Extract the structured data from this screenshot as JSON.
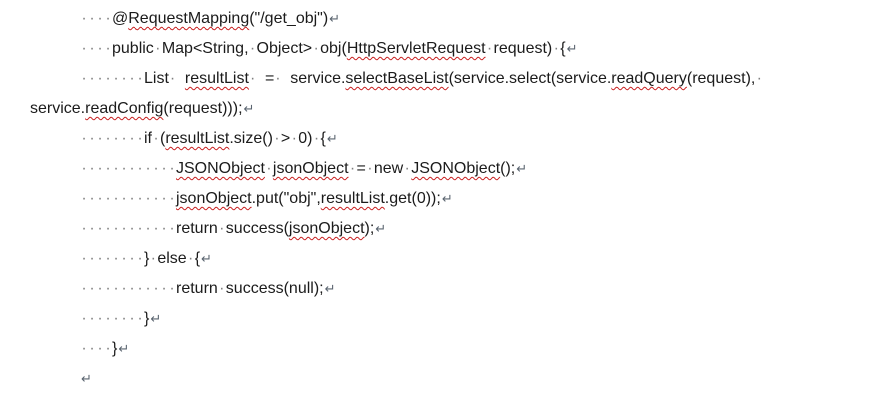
{
  "document": {
    "background": "#ffffff",
    "marks": {
      "space": "·",
      "line_break": "↵"
    },
    "colors": {
      "text": "#1b1b1b",
      "space_mark": "#7f7f7f",
      "line_break_mark": "#5b6570",
      "spellcheck_underline": "#c81e1e"
    },
    "misspelled_words": [
      "RequestMapping",
      "HttpServletRequest",
      "resultList",
      "selectBaseList",
      "readQuery",
      "readConfig",
      "JSONObject",
      "jsonObject"
    ],
    "lines": [
      {
        "indent": 4,
        "eol": true,
        "segments": [
          [
            "c",
            "@"
          ],
          [
            "m",
            "RequestMapping"
          ],
          [
            "c",
            "(\"/get_obj\")"
          ]
        ]
      },
      {
        "indent": 4,
        "eol": true,
        "segments": [
          [
            "c",
            "public"
          ],
          [
            "s"
          ],
          [
            "c",
            "Map<String,"
          ],
          [
            "s"
          ],
          [
            "c",
            "Object>"
          ],
          [
            "s"
          ],
          [
            "c",
            "obj("
          ],
          [
            "m",
            "HttpServletRequest"
          ],
          [
            "s"
          ],
          [
            "c",
            "request)"
          ],
          [
            "s"
          ],
          [
            "c",
            "{"
          ]
        ]
      },
      {
        "indent": 8,
        "eol": false,
        "segments": [
          [
            "c",
            "List"
          ],
          [
            "S"
          ],
          [
            "m",
            "resultList"
          ],
          [
            "S"
          ],
          [
            "c",
            "="
          ],
          [
            "S"
          ],
          [
            "c",
            "service."
          ],
          [
            "m",
            "selectBaseList"
          ],
          [
            "c",
            "(service.select(service."
          ],
          [
            "m",
            "readQuery"
          ],
          [
            "c",
            "(request),"
          ],
          [
            "s"
          ]
        ]
      },
      {
        "indent": 0,
        "cont": true,
        "eol": true,
        "segments": [
          [
            "c",
            "service."
          ],
          [
            "m",
            "readConfig"
          ],
          [
            "c",
            "(request)));"
          ]
        ]
      },
      {
        "indent": 8,
        "eol": true,
        "segments": [
          [
            "c",
            "if"
          ],
          [
            "s"
          ],
          [
            "c",
            "("
          ],
          [
            "m",
            "resultList"
          ],
          [
            "c",
            ".size()"
          ],
          [
            "s"
          ],
          [
            "c",
            ">"
          ],
          [
            "s"
          ],
          [
            "c",
            "0)"
          ],
          [
            "s"
          ],
          [
            "c",
            "{"
          ]
        ]
      },
      {
        "indent": 12,
        "eol": true,
        "segments": [
          [
            "m",
            "JSONObject"
          ],
          [
            "s"
          ],
          [
            "m",
            "jsonObject"
          ],
          [
            "s"
          ],
          [
            "c",
            "="
          ],
          [
            "s"
          ],
          [
            "c",
            "new"
          ],
          [
            "s"
          ],
          [
            "m",
            "JSONObject"
          ],
          [
            "c",
            "();"
          ]
        ]
      },
      {
        "indent": 12,
        "eol": true,
        "segments": [
          [
            "m",
            "jsonObject"
          ],
          [
            "c",
            ".put(\"obj\","
          ],
          [
            "m",
            "resultList"
          ],
          [
            "c",
            ".get(0));"
          ]
        ]
      },
      {
        "indent": 12,
        "eol": true,
        "segments": [
          [
            "c",
            "return"
          ],
          [
            "s"
          ],
          [
            "c",
            "success("
          ],
          [
            "m",
            "jsonObject"
          ],
          [
            "c",
            ");"
          ]
        ]
      },
      {
        "indent": 8,
        "eol": true,
        "segments": [
          [
            "c",
            "}"
          ],
          [
            "s"
          ],
          [
            "c",
            "else"
          ],
          [
            "s"
          ],
          [
            "c",
            "{"
          ]
        ]
      },
      {
        "indent": 12,
        "eol": true,
        "segments": [
          [
            "c",
            "return"
          ],
          [
            "s"
          ],
          [
            "c",
            "success(null);"
          ]
        ]
      },
      {
        "indent": 8,
        "eol": true,
        "segments": [
          [
            "c",
            "}"
          ]
        ]
      },
      {
        "indent": 4,
        "eol": true,
        "segments": [
          [
            "c",
            "}"
          ]
        ]
      },
      {
        "indent": 0,
        "eol": true,
        "segments": []
      }
    ]
  }
}
